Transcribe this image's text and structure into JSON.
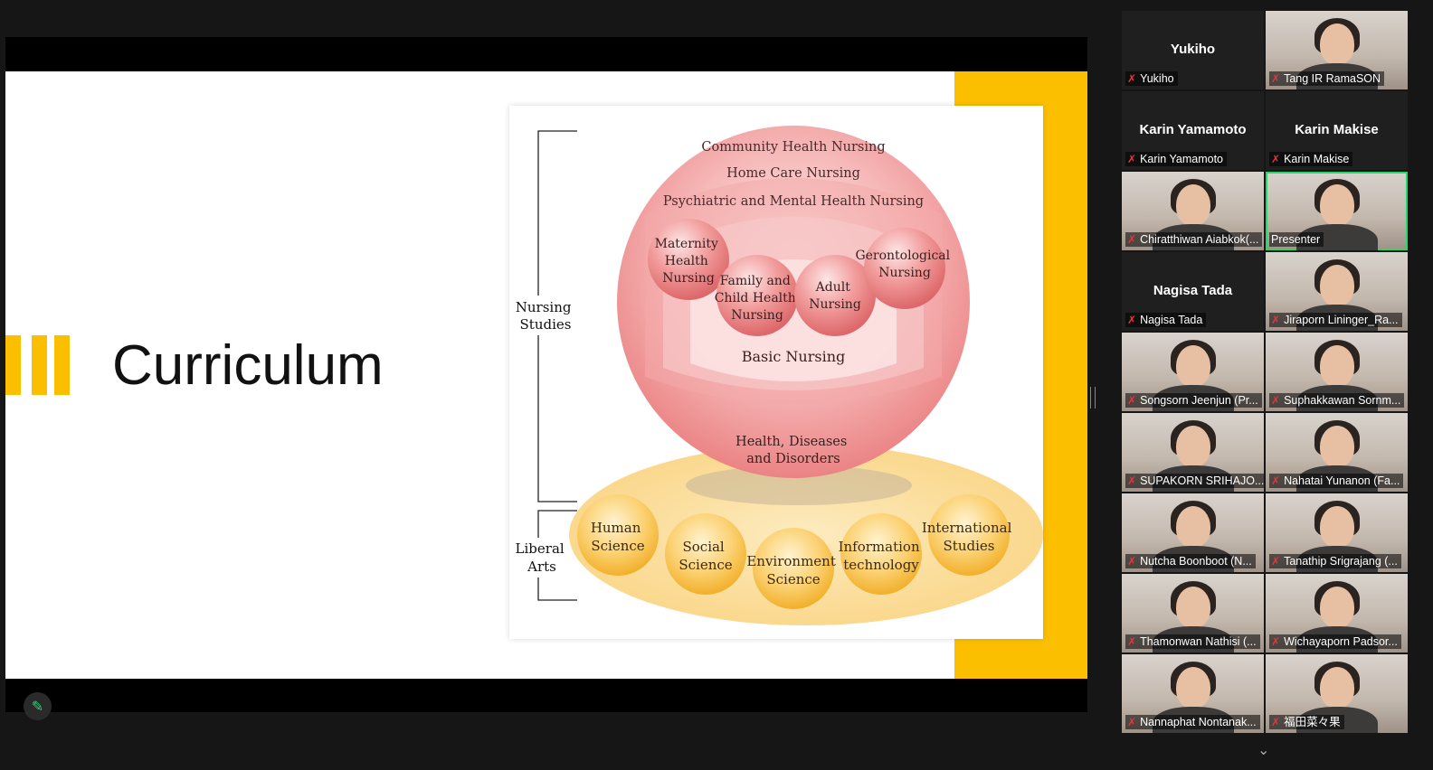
{
  "slide": {
    "title": "Curriculum",
    "colors": {
      "accent": "#fcbf00",
      "sphere": "#f08f8f",
      "base": "#fbd784"
    }
  },
  "figure": {
    "bracket_labels": {
      "nursing": [
        "Nursing",
        "Studies"
      ],
      "liberal": [
        "Liberal",
        "Arts"
      ]
    },
    "outer_bands": [
      "Community Health Nursing",
      "Home Care Nursing",
      "Psychiatric and Mental Health Nursing"
    ],
    "small_spheres": [
      {
        "lines": [
          "Maternity",
          "Health",
          "Nursing"
        ]
      },
      {
        "lines": [
          "Family and",
          "Child Health",
          "Nursing"
        ]
      },
      {
        "lines": [
          "Adult",
          "Nursing"
        ]
      },
      {
        "lines": [
          "Gerontological",
          "Nursing"
        ]
      }
    ],
    "core": "Basic Nursing",
    "lower": [
      "Health, Diseases",
      "and Disorders"
    ],
    "liberal_spheres": [
      {
        "lines": [
          "Human",
          "Science"
        ]
      },
      {
        "lines": [
          "Social",
          "Science"
        ]
      },
      {
        "lines": [
          "Environment",
          "Science"
        ]
      },
      {
        "lines": [
          "Information",
          "technology"
        ]
      },
      {
        "lines": [
          "International",
          "Studies"
        ]
      }
    ]
  },
  "participants": [
    {
      "name": "Yukiho",
      "label": "Yukiho",
      "video": false
    },
    {
      "name": "",
      "label": "Tang IR RamaSON",
      "video": true
    },
    {
      "name": "Karin Yamamoto",
      "label": "Karin Yamamoto",
      "video": false
    },
    {
      "name": "Karin Makise",
      "label": "Karin Makise",
      "video": false
    },
    {
      "name": "",
      "label": "Chiratthiwan Aiabkok(...",
      "video": true
    },
    {
      "name": "",
      "label": "Presenter",
      "video": true,
      "selected": true
    },
    {
      "name": "Nagisa Tada",
      "label": "Nagisa Tada",
      "video": false
    },
    {
      "name": "",
      "label": "Jiraporn Lininger_Ra...",
      "video": true
    },
    {
      "name": "",
      "label": "Songsorn Jeenjun (Pr...",
      "video": true
    },
    {
      "name": "",
      "label": "Suphakkawan Sornm...",
      "video": true
    },
    {
      "name": "",
      "label": "SUPAKORN SRIHAJO...",
      "video": true
    },
    {
      "name": "",
      "label": "Nahatai Yunanon (Fa...",
      "video": true
    },
    {
      "name": "",
      "label": "Nutcha Boonboot (N...",
      "video": true
    },
    {
      "name": "",
      "label": "Tanathip Srigrajang (...",
      "video": true
    },
    {
      "name": "",
      "label": "Thamonwan Nathisi (...",
      "video": true
    },
    {
      "name": "",
      "label": "Wichayaporn Padsor...",
      "video": true
    },
    {
      "name": "",
      "label": "Nannaphat Nontanak...",
      "video": true
    },
    {
      "name": "",
      "label": "福田菜々果",
      "video": true
    }
  ],
  "icons": {
    "annotate": "pencil-icon",
    "muted": "mic-muted-icon",
    "scroll": "chevron-down-icon"
  }
}
